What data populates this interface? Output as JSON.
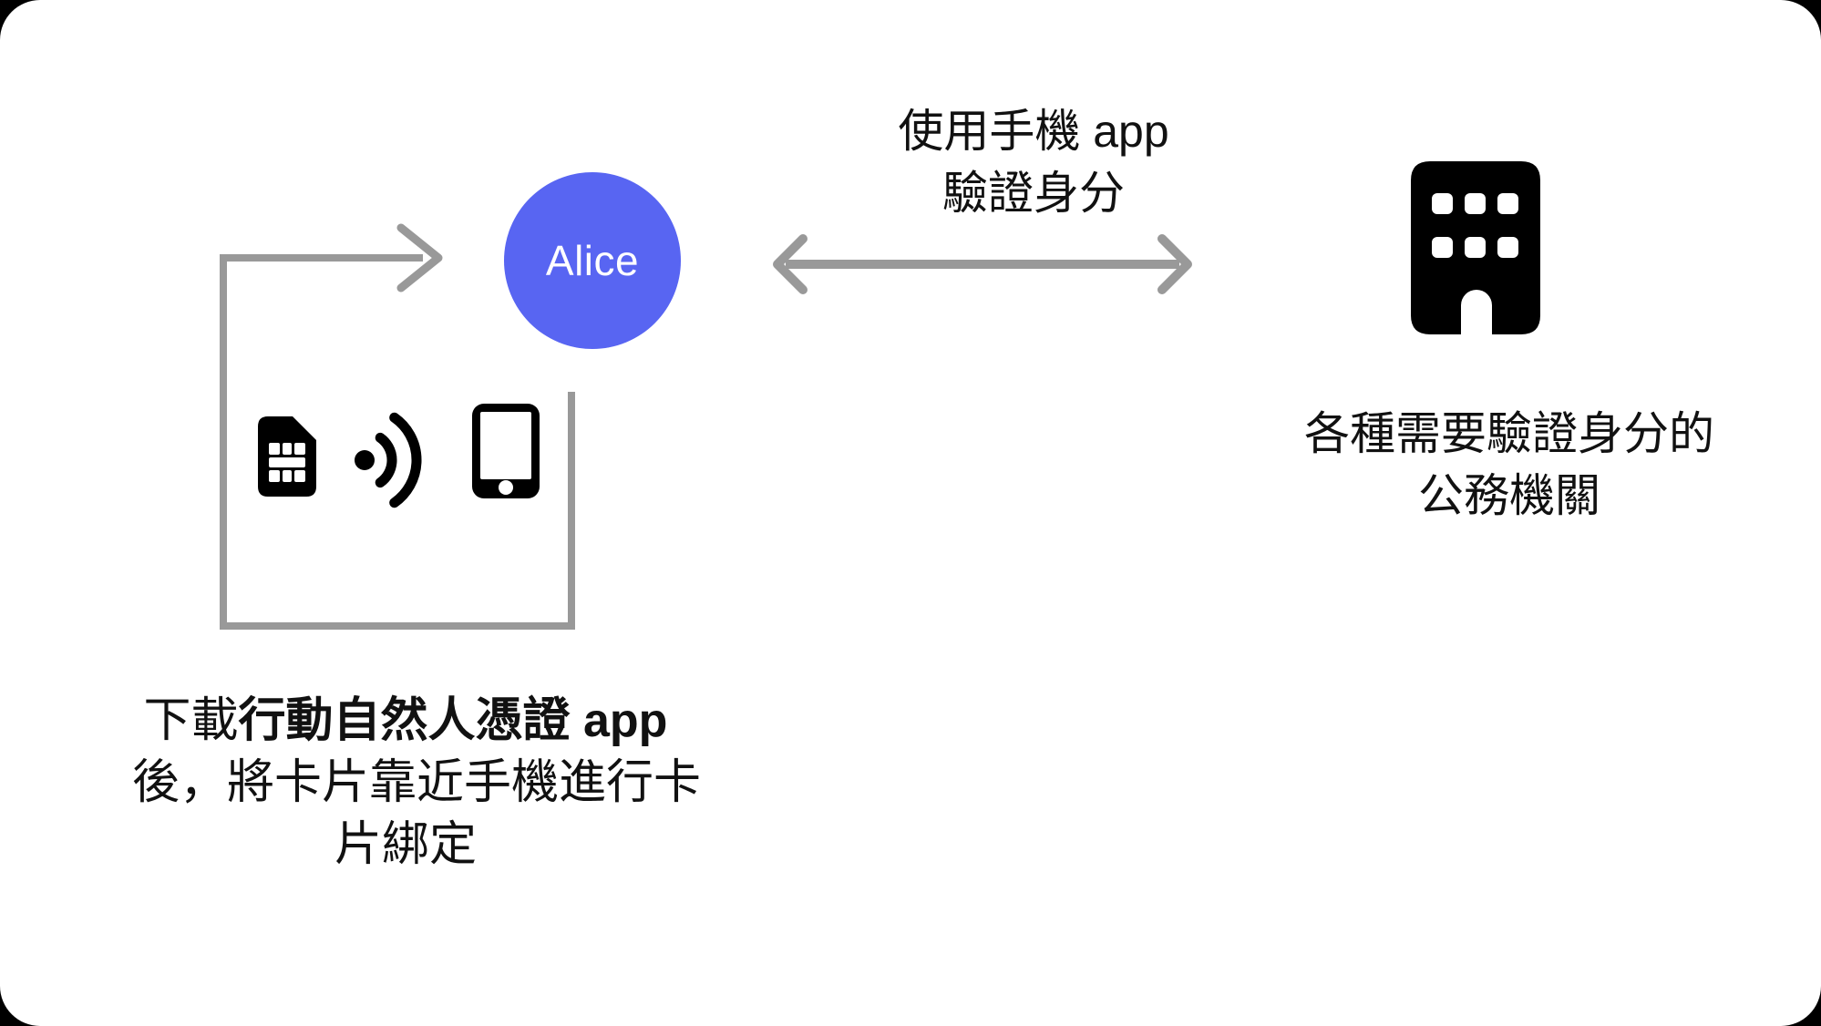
{
  "colors": {
    "accent_blue": "#5865f2",
    "arrow_gray": "#999999",
    "icon_black": "#000000",
    "text_black": "#111111",
    "background": "#ffffff"
  },
  "actor": {
    "label": "Alice"
  },
  "verify_arrow": {
    "label_line1": "使用手機 app",
    "label_line2": "驗證身分"
  },
  "organization": {
    "icon": "building-icon",
    "label_line1": "各種需要驗證身分的",
    "label_line2": "公務機關"
  },
  "binding_flow": {
    "icons": [
      "sim-card-icon",
      "nfc-signal-icon",
      "smartphone-icon"
    ],
    "caption_line1_regular": "下載",
    "caption_line1_bold": "行動自然人憑證 app",
    "caption_line2": "後，將卡片靠近手機進行卡",
    "caption_line3": "片綁定"
  }
}
